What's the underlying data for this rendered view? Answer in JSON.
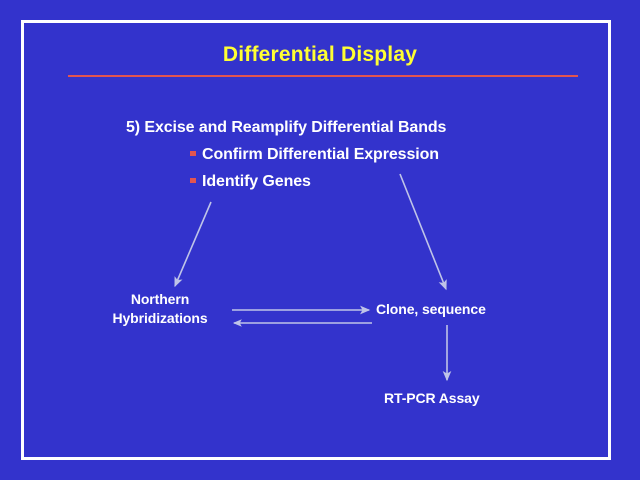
{
  "slide": {
    "background_color": "#3333cc",
    "frame_color": "#ffffff",
    "title": "Differential Display",
    "title_color": "#ffff33",
    "rule_color": "#e2554f",
    "body_text_color": "#ffffff",
    "bullet_color": "#e2554f",
    "arrow_color": "#bfc4e8"
  },
  "body": {
    "heading": "5) Excise and Reamplify Differential Bands",
    "bullets": [
      {
        "marker": "square-bullet",
        "label": "Confirm Differential Expression"
      },
      {
        "marker": "square-bullet",
        "label": "Identify Genes"
      }
    ]
  },
  "flow": {
    "nodes": [
      {
        "id": "northern",
        "line1": "Northern",
        "line2": "Hybridizations"
      },
      {
        "id": "clone",
        "label": "Clone, sequence"
      },
      {
        "id": "rtpcr",
        "label": "RT-PCR Assay"
      }
    ],
    "arrows": [
      {
        "name": "arrow-bullets-to-northern",
        "direction": "down-left"
      },
      {
        "name": "arrow-bullets-to-clone",
        "direction": "down-right"
      },
      {
        "name": "arrow-northern-to-clone",
        "direction": "right"
      },
      {
        "name": "arrow-clone-to-northern",
        "direction": "left"
      },
      {
        "name": "arrow-clone-to-rtpcr",
        "direction": "down"
      }
    ]
  }
}
